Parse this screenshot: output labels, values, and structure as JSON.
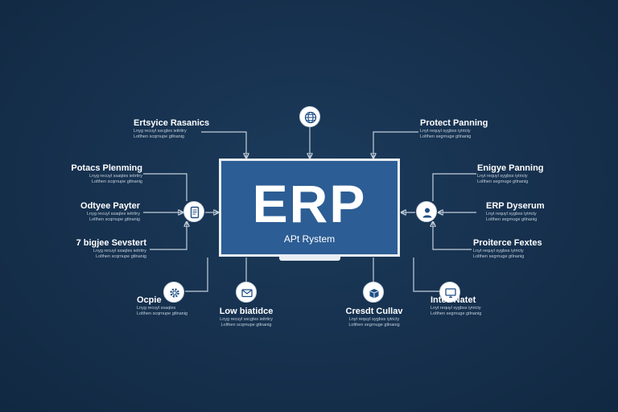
{
  "hub": {
    "title": "ERP",
    "subtitle": "APt Rystem"
  },
  "nodes": [
    {
      "id": "globe",
      "icon": "globe-icon"
    },
    {
      "id": "tablet",
      "icon": "tablet-icon"
    },
    {
      "id": "person",
      "icon": "person-icon"
    },
    {
      "id": "gear",
      "icon": "gear-icon"
    },
    {
      "id": "mail",
      "icon": "mail-icon"
    },
    {
      "id": "box",
      "icon": "box-icon"
    },
    {
      "id": "screen",
      "icon": "monitor-icon"
    }
  ],
  "labels": [
    {
      "id": "enterprise-reporting",
      "title": "Ertsyice Rasanics",
      "desc": [
        "Lnyg recuyl sscgles ieitrtiry",
        "Lolthen scqrnupe gtlnanig"
      ]
    },
    {
      "id": "project-planning-top",
      "title": "Protect Panning",
      "desc": [
        "Lnyt requyl sygbss iytricty",
        "Lolthen segrnuge gtlnanig"
      ]
    },
    {
      "id": "project-planning-left",
      "title": "Potacs Plenming",
      "desc": [
        "Lnyg recuyl ssaqles ieitrtiry",
        "Lolthen scqrnupe gtlnanig"
      ]
    },
    {
      "id": "employee-planning",
      "title": "Enigye Panning",
      "desc": [
        "Lnyt requyl sygbss iytricty",
        "Lolthen segrnuge gtlnanig"
      ]
    },
    {
      "id": "employee-portal",
      "title": "Odtyee Payter",
      "desc": [
        "Lnyg recuyl ssaqles ieitrtiry",
        "Lolthen scqrnupe gtlnanig"
      ]
    },
    {
      "id": "erp-dashboard",
      "title": "ERP Dyserum",
      "desc": [
        "Lnyt requyl sygbss iytricty",
        "Lolthen segrnuge gtlnanig"
      ]
    },
    {
      "id": "digital-services",
      "title": "7 bigjee Sevstert",
      "desc": [
        "Lnyg recuyl ssaqles ieitrtiry",
        "Lolthen scqrnupe gtlnanig"
      ]
    },
    {
      "id": "procurement-features",
      "title": "Proiterce Fextes",
      "desc": [
        "Lnyt requyl sygbss iytricty",
        "Lolthen segrnuge gtlnanig"
      ]
    },
    {
      "id": "operations",
      "title": "Ocpie",
      "desc": [
        "Lnyg recuyl ssaqles",
        "Lolthen scqrnupe gtlnanig"
      ]
    },
    {
      "id": "logistics",
      "title": "Low biatidce",
      "desc": [
        "Lnyg recuyl sscgles ieitrtiry",
        "Lolthen scqrnupe gtlnanig"
      ]
    },
    {
      "id": "credit-culture",
      "title": "Cresdt Cullav",
      "desc": [
        "Lnyt requyl sygbss iytricty",
        "Lolthen segrnuge gtlnanig"
      ]
    },
    {
      "id": "internal-network",
      "title": "Intes Natet",
      "desc": [
        "Lnyt requyl sygbss iytricty",
        "Lolthen segrnuge gtlnanig"
      ]
    }
  ]
}
